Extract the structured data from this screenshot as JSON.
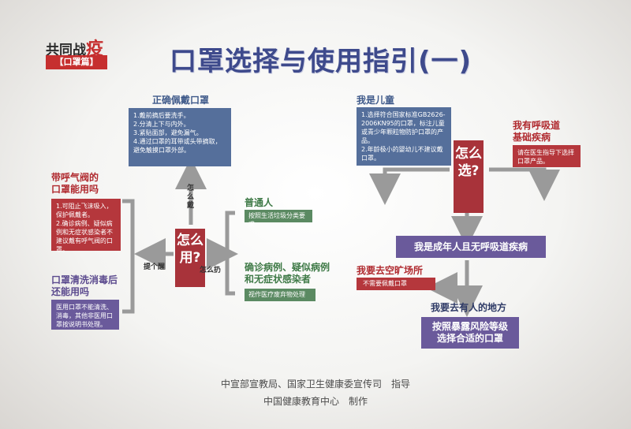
{
  "header": {
    "logo_line1": "共同战",
    "logo_char": "疫",
    "logo_line2": "【口罩篇】",
    "title": "口罩选择与使用指引(一)"
  },
  "left": {
    "center": "怎么用?",
    "wear": {
      "label": "正确佩戴口罩",
      "tag": "怎么戴",
      "items": [
        "1.戴前摘后要洗手。",
        "2.分清上下与内外。",
        "3.紧贴面部，避免漏气。",
        "4.通过口罩的耳带或头带摘取，避免触摸口罩外部。"
      ]
    },
    "valve": {
      "label_line1": "带呼气阀的",
      "label_line2": "口罩能用吗",
      "tag": "提个醒",
      "items": [
        "1.可阻止飞沫吸入，保护佩戴者。",
        "2.确诊病例、疑似病例和无症状感染者不建议戴有呼气阀的口罩。"
      ]
    },
    "reuse": {
      "label_line1": "口罩清洗消毒后",
      "label_line2": "还能用吗",
      "text": "医用口罩不能清洗、消毒，其他非医用口罩按说明书处理。"
    },
    "dispose_tag": "怎么扔",
    "ordinary": {
      "label": "普通人",
      "text": "按照生活垃圾分类要求"
    },
    "patients": {
      "label_line1": "确诊病例、疑似病例",
      "label_line2": "和无症状感染者",
      "text": "视作医疗废弃物处理"
    }
  },
  "right": {
    "center": "怎么选?",
    "child": {
      "label": "我是儿童",
      "items": [
        "1.选择符合国家标准GB2626-2006KN95的口罩，标注儿童或青少年颗粒物防护口罩的产品。",
        "2.年龄极小的婴幼儿不建议戴口罩。"
      ]
    },
    "disease": {
      "label_line1": "我有呼吸道",
      "label_line2": "基础疾病",
      "text": "请在医生指导下选择口罩产品。"
    },
    "adult": {
      "label": "我是成年人且无呼吸道疾病"
    },
    "open": {
      "label": "我要去空旷场所",
      "text": "不需要佩戴口罩"
    },
    "crowded": {
      "label": "我要去有人的地方",
      "text_line1": "按照暴露风险等级",
      "text_line2": "选择合适的口罩"
    }
  },
  "footer": {
    "line1": "中宣部宣教局、国家卫生健康委宣传司　指导",
    "line2": "中国健康教育中心　制作"
  },
  "colors": {
    "blue": "#556f9b",
    "red": "#b5373c",
    "green": "#5b8a62",
    "purple": "#6a5a9b",
    "title": "#3e4a8c",
    "arrow": "#9a9a9a"
  }
}
